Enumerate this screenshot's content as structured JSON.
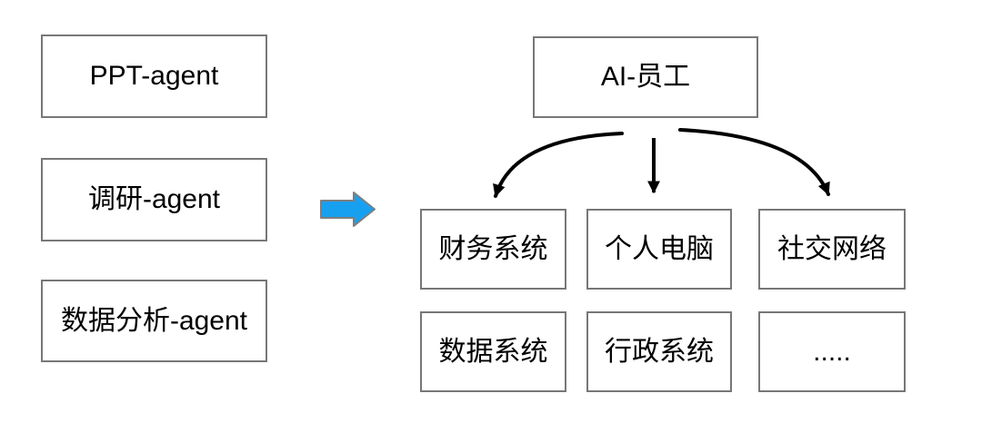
{
  "colors": {
    "background": "#ffffff",
    "box_border": "#777777",
    "text": "#000000",
    "connector_arrow": "#000000",
    "transform_arrow_fill": "#18a0f0",
    "transform_arrow_border": "#7f7f7f"
  },
  "left_column": {
    "items": [
      {
        "label": "PPT-agent"
      },
      {
        "label": "调研-agent"
      },
      {
        "label": "数据分析-agent"
      }
    ]
  },
  "transform_arrow": {
    "icon": "right-arrow-icon"
  },
  "right_diagram": {
    "root": {
      "label": "AI-员工"
    },
    "row1": [
      {
        "label": "财务系统"
      },
      {
        "label": "个人电脑"
      },
      {
        "label": "社交网络"
      }
    ],
    "row2": [
      {
        "label": "数据系统"
      },
      {
        "label": "行政系统"
      },
      {
        "label": "....."
      }
    ]
  }
}
